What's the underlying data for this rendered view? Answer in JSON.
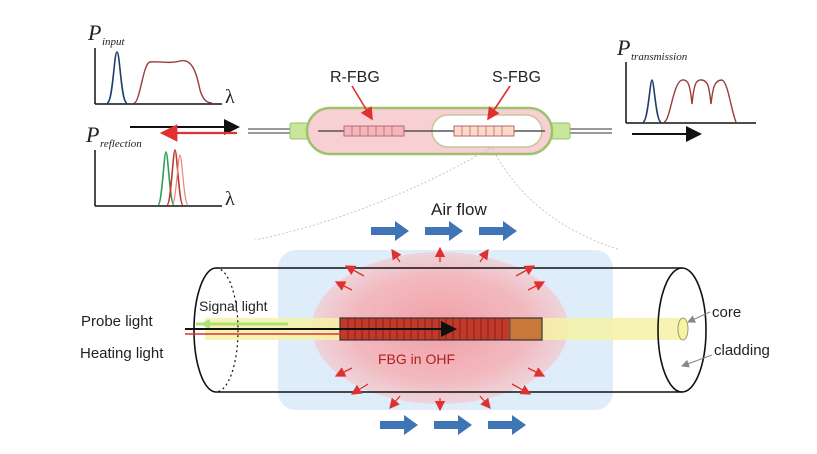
{
  "spectra": {
    "input": {
      "symbol": "P",
      "subscript": "input",
      "axis": "λ"
    },
    "reflection": {
      "symbol": "P",
      "subscript": "reflection",
      "axis": "λ"
    },
    "transmission": {
      "symbol": "P",
      "subscript": "transmission"
    }
  },
  "grating_labels": {
    "reference": "R-FBG",
    "sensing": "S-FBG"
  },
  "flow_label": "Air flow",
  "light_labels": {
    "signal": "Signal light",
    "probe": "Probe light",
    "heating": "Heating light"
  },
  "device_label": "FBG in OHF",
  "fiber_labels": {
    "core": "core",
    "cladding": "cladding"
  },
  "colors": {
    "blue_peak": "#1f3f6e",
    "red_peak": "#c0392b",
    "green_peak": "#2ca05a",
    "broadband": "#9b3b3b",
    "heater_glow": "#f4a3a8",
    "flow_arrow": "#3f74b5",
    "hot_arrow": "#e03030",
    "core_fill": "#f6f2a6",
    "capillary": "#c9e79a"
  }
}
